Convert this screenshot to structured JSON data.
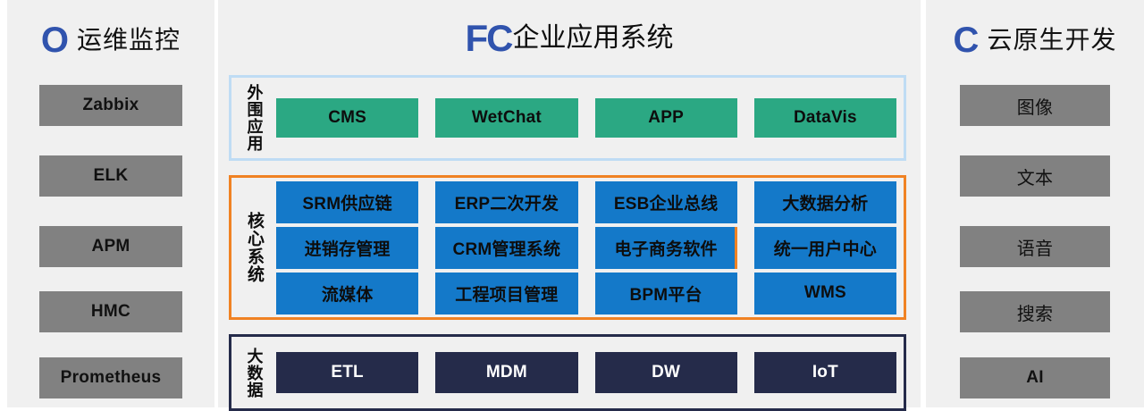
{
  "left_panel": {
    "logo_letter": "O",
    "title": "运维监控",
    "items": [
      {
        "label": "Zabbix"
      },
      {
        "label": "ELK"
      },
      {
        "label": "APM"
      },
      {
        "label": "HMC"
      },
      {
        "label": "Prometheus"
      }
    ]
  },
  "center_panel": {
    "logo_text": "FC",
    "title": "企业应用系统",
    "sections": [
      {
        "name": "outer-apps",
        "label": "外围应用",
        "border_color": "#bfdcf4",
        "cell_color": "#2ba883",
        "rows": [
          [
            "CMS",
            "WetChat",
            "APP",
            "DataVis"
          ]
        ]
      },
      {
        "name": "core-systems",
        "label": "核心系统",
        "border_color": "#f08223",
        "cell_color": "#1479c9",
        "rows": [
          [
            "SRM供应链",
            "ERP二次开发",
            "ESB企业总线",
            "大数据分析"
          ],
          [
            "进销存管理",
            "CRM管理系统",
            "电子商务软件",
            "统一用户中心"
          ],
          [
            "流媒体",
            "工程项目管理",
            "BPM平台",
            "WMS"
          ]
        ],
        "highlighted_cell": "电子商务软件"
      },
      {
        "name": "big-data",
        "label": "大数据",
        "border_color": "#252b4a",
        "cell_color": "#252b4a",
        "rows": [
          [
            "ETL",
            "MDM",
            "DW",
            "IoT"
          ]
        ]
      }
    ]
  },
  "right_panel": {
    "logo_letter": "C",
    "title": "云原生开发",
    "items": [
      {
        "label": "图像",
        "bold": false
      },
      {
        "label": "文本",
        "bold": false
      },
      {
        "label": "语音",
        "bold": false
      },
      {
        "label": "搜索",
        "bold": false
      },
      {
        "label": "AI",
        "bold": true
      }
    ]
  },
  "colors": {
    "background": "#f0f0f0",
    "brand_blue": "#3053ad",
    "sidebar_box": "#818181",
    "green": "#2ba883",
    "blue": "#1479c9",
    "navy": "#252b4a",
    "orange": "#f08223",
    "light_blue": "#bfdcf4"
  }
}
